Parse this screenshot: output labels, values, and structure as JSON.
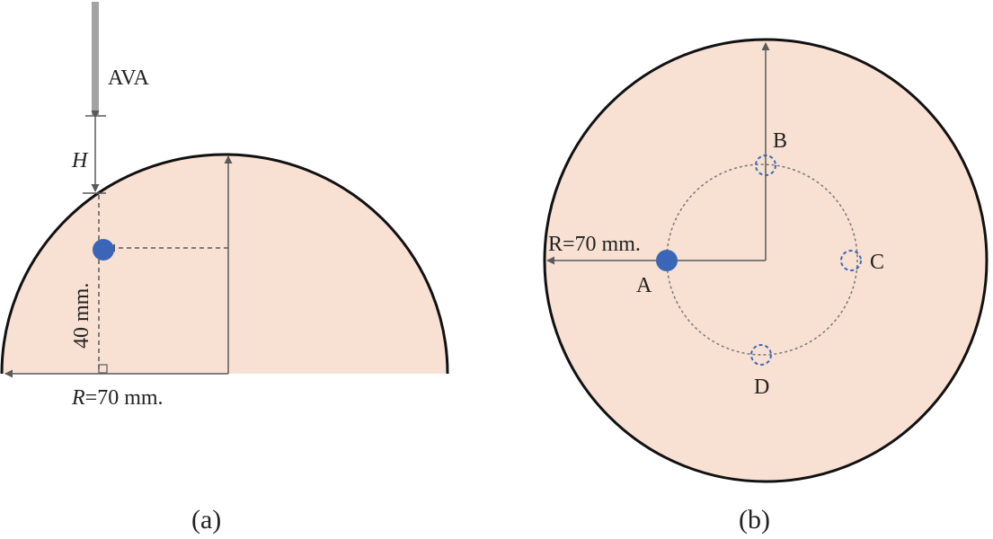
{
  "colors": {
    "fill": "#f8e1d3",
    "outline": "#111111",
    "arrow": "#5a5a5a",
    "blue": "#3a66b8",
    "probe": "#a3a3a3",
    "dotted": "#777777"
  },
  "panel_a": {
    "probe_label": "AVA",
    "height_label": "H",
    "vertical_dim_label": "40 mm.",
    "radius_label_italic": "R",
    "radius_label_rest": "=70 mm.",
    "caption": "(a)"
  },
  "panel_b": {
    "radius_label": "R=70 mm.",
    "points": {
      "A": "A",
      "B": "B",
      "C": "C",
      "D": "D"
    },
    "caption": "(b)"
  }
}
